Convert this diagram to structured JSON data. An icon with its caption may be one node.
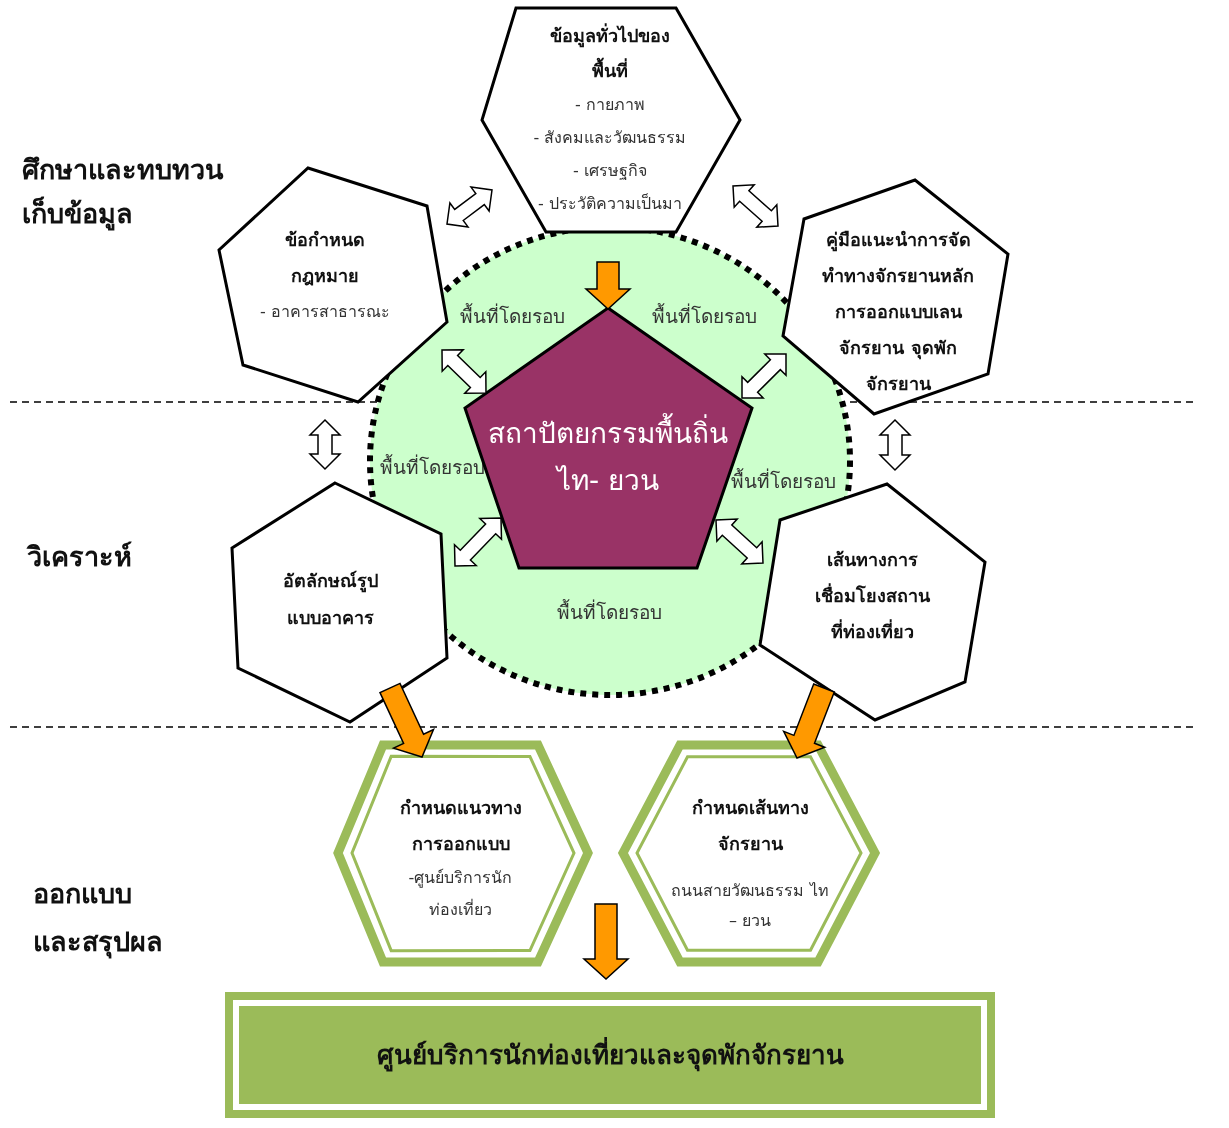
{
  "diagram": {
    "nodes": [
      {
        "text": [
          "พื้นที่โดยรอบ",
          "พื้นที่โดยรอบ",
          "พื้นที่โดยรอบ",
          "พื้นที่โดยรอบ",
          "พื้นที่โดยรอบ"
        ]
      },
      {
        "text": [
          "สถาปัตยกรรมพื้นถิ่น ไท- ยวน"
        ],
        "in": 0
      },
      {
        "text": [
          "ข้อมูลทั่วไปของพื้นที่",
          "- กายภาพ",
          "- สังคมและวัฒนธรรม",
          "- เศรษฐกิจ",
          "- ประวัติความเป็นมา"
        ]
      },
      {
        "text": [
          "ข้อกำหนดกฎหมาย",
          "- อาคารสาธารณะ"
        ]
      },
      {
        "text": [
          "คู่มือแนะนำการจัดทำทางจักรยานหลักการออกแบบเลนจักรยาน จุดพักจักรยาน"
        ]
      },
      {
        "text": [
          "อัตลักษณ์รูปแบบอาคาร"
        ]
      },
      {
        "text": [
          "เส้นทางการเชื่อมโยงสถานที่ท่องเที่ยว"
        ]
      },
      {
        "text": [
          "กำหนดแนวทางการออกแบบ",
          "-ศูนย์บริการนักท่องเที่ยว"
        ]
      },
      {
        "text": [
          "กำหนดเส้นทางจักรยาน",
          "ถนนสายวัฒนธรรม ไท – ยวน"
        ]
      },
      {
        "text": [
          "ศูนย์บริการนักท่องเที่ยวและจุดพักจักรยาน"
        ]
      }
    ],
    "edges": [
      {
        "from": 3,
        "to": 2,
        "arrow": "both"
      },
      {
        "from": 2,
        "to": 4,
        "arrow": "both"
      },
      {
        "from": 3,
        "to": 1,
        "arrow": "both"
      },
      {
        "from": 4,
        "to": 1,
        "arrow": "both"
      },
      {
        "from": 3,
        "to": 5,
        "arrow": "both"
      },
      {
        "from": 4,
        "to": 6,
        "arrow": "both"
      },
      {
        "from": 5,
        "to": 1,
        "arrow": "both"
      },
      {
        "from": 6,
        "to": 1,
        "arrow": "both"
      },
      {
        "from": 2,
        "to": 1,
        "arrow": "to",
        "style": "thick",
        "color": "#ff9900"
      },
      {
        "from": 5,
        "to": 7,
        "arrow": "to",
        "style": "thick",
        "color": "#ff9900"
      },
      {
        "from": 6,
        "to": 8,
        "arrow": "to",
        "style": "thick",
        "color": "#ff9900"
      },
      {
        "from": null,
        "to": 9,
        "arrow": "to",
        "style": "thick",
        "color": "#ff9900"
      }
    ],
    "labels": [
      "ศึกษาและทบทวนเก็บข้อมูล",
      "วิเคราะห์",
      "ออกแบบและสรุปผล"
    ]
  }
}
